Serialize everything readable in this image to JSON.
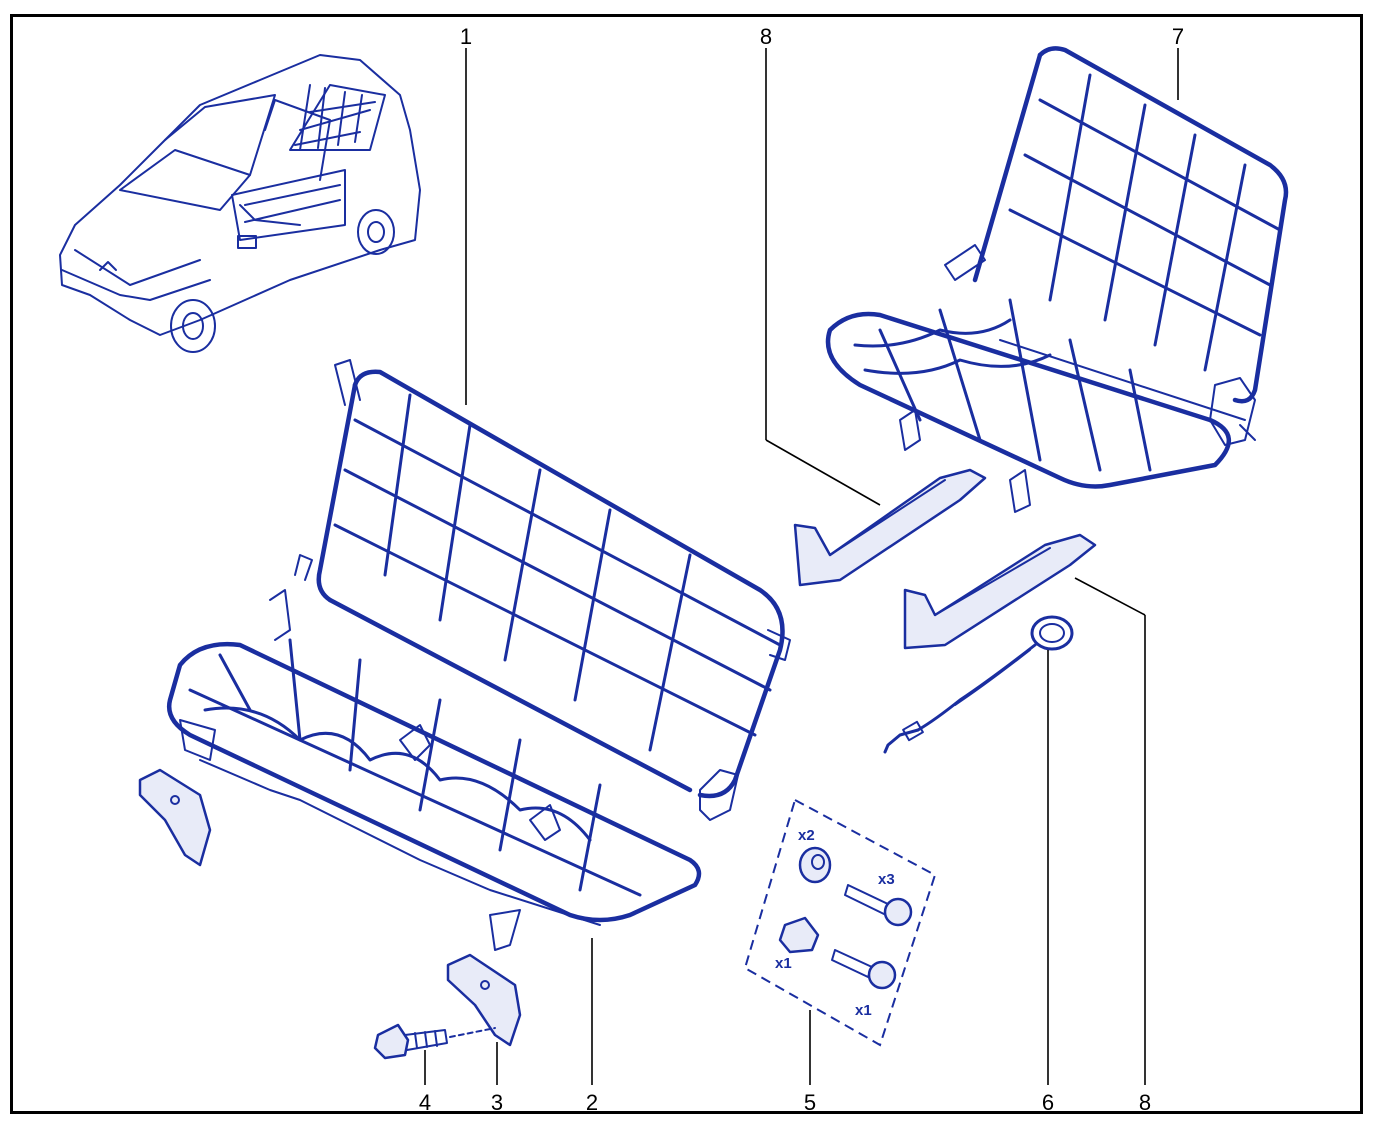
{
  "callouts": {
    "c1": "1",
    "c2": "2",
    "c3": "3",
    "c4": "4",
    "c5": "5",
    "c6": "6",
    "c7": "7",
    "c8_top": "8",
    "c8_bottom": "8"
  },
  "kit_quantities": {
    "q_x2": "x2",
    "q_x3": "x3",
    "q_x1_left": "x1",
    "q_x1_right": "x1"
  },
  "colors": {
    "line": "#1a2ea0",
    "frame": "#000000",
    "background": "#ffffff"
  }
}
